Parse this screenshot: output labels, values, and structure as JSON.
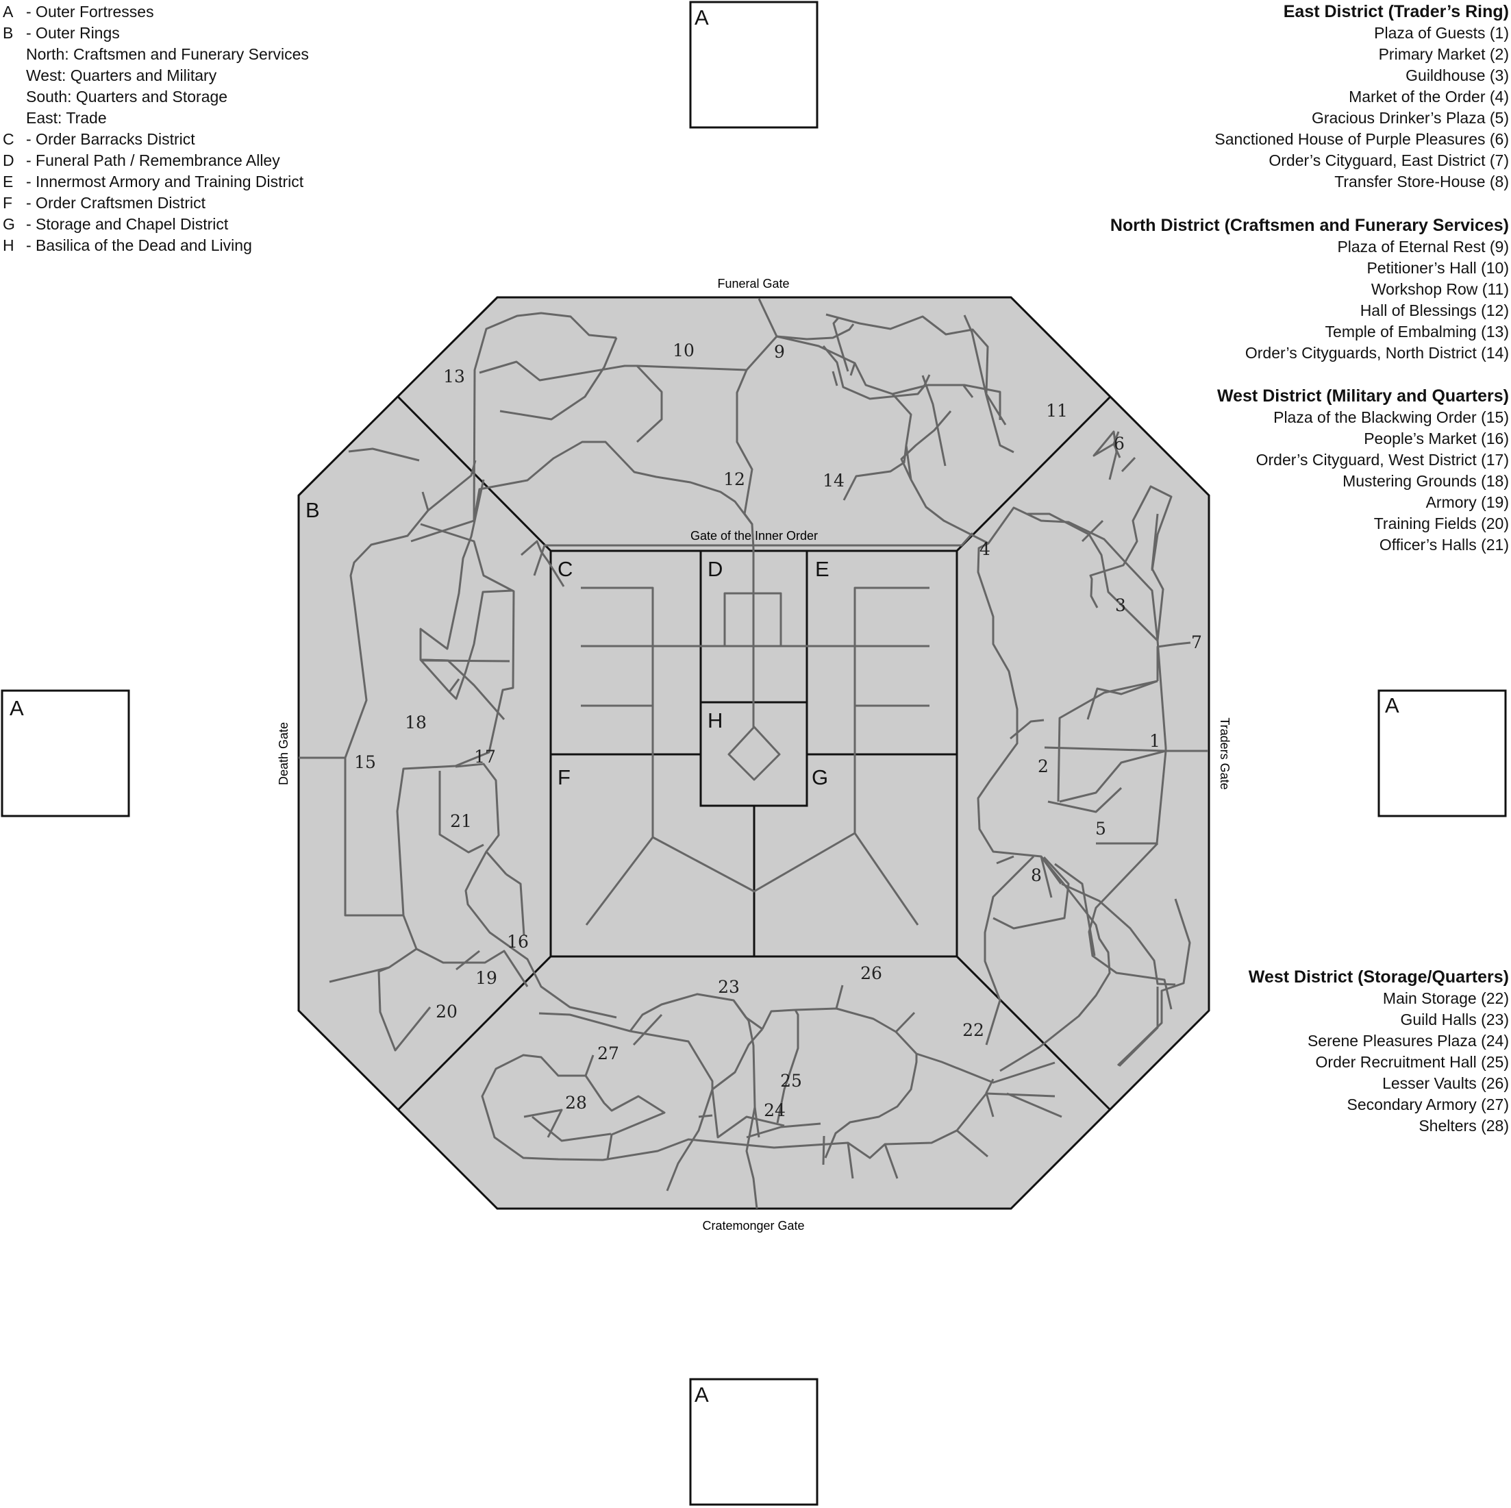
{
  "legend_left": [
    {
      "key": "A",
      "text": "- Outer Fortresses"
    },
    {
      "key": "B",
      "text": "- Outer Rings"
    },
    {
      "key": "",
      "text": "North: Craftsmen and Funerary Services"
    },
    {
      "key": "",
      "text": "West: Quarters and Military"
    },
    {
      "key": "",
      "text": "South: Quarters and Storage"
    },
    {
      "key": "",
      "text": "East: Trade"
    },
    {
      "key": "C",
      "text": "- Order Barracks District"
    },
    {
      "key": "D",
      "text": "- Funeral Path / Remembrance Alley"
    },
    {
      "key": "E",
      "text": "- Innermost Armory and Training District"
    },
    {
      "key": "F",
      "text": "- Order Craftsmen District"
    },
    {
      "key": "G",
      "text": "- Storage and Chapel District"
    },
    {
      "key": "H",
      "text": "- Basilica of the Dead and Living"
    }
  ],
  "districts": [
    {
      "title": "East District (Trader’s Ring)",
      "items": [
        "Plaza of Guests (1)",
        "Primary Market (2)",
        "Guildhouse (3)",
        "Market of the Order (4)",
        "Gracious Drinker’s Plaza (5)",
        "Sanctioned House of Purple Pleasures (6)",
        "Order’s Cityguard, East District (7)",
        "Transfer Store-House (8)"
      ]
    },
    {
      "title": "North District (Craftsmen and Funerary Services)",
      "items": [
        "Plaza of Eternal Rest (9)",
        "Petitioner’s Hall (10)",
        "Workshop Row (11)",
        "Hall of Blessings (12)",
        "Temple of Embalming (13)",
        "Order’s Cityguards, North District (14)"
      ]
    },
    {
      "title": "West District (Military and Quarters)",
      "items": [
        "Plaza of the Blackwing Order (15)",
        "People’s Market (16)",
        "Order’s Cityguard, West District (17)",
        "Mustering Grounds (18)",
        "Armory (19)",
        "Training Fields (20)",
        "Officer’s Halls (21)"
      ]
    },
    {
      "title": "West District (Storage/Quarters)",
      "items": [
        "Main Storage (22)",
        "Guild Halls (23)",
        "Serene Pleasures Plaza (24)",
        "Order Recruitment Hall (25)",
        "Lesser Vaults (26)",
        "Secondary Armory (27)",
        "Shelters (28)"
      ]
    }
  ],
  "gates": {
    "north": "Funeral Gate",
    "inner": "Gate of the Inner Order",
    "west": "Death Gate",
    "east": "Traders Gate",
    "south": "Cratemonger Gate"
  },
  "fortress_label": "A",
  "ring_label": "B",
  "inner_labels": {
    "c": "C",
    "d": "D",
    "e": "E",
    "f": "F",
    "g": "G",
    "h": "H"
  },
  "numbers": [
    "1",
    "2",
    "3",
    "4",
    "5",
    "6",
    "7",
    "8",
    "9",
    "10",
    "11",
    "12",
    "13",
    "14",
    "15",
    "16",
    "17",
    "18",
    "19",
    "20",
    "21",
    "22",
    "23",
    "24",
    "25",
    "26",
    "27",
    "28"
  ],
  "colors": {
    "fill": "#cccccc",
    "road": "#666666",
    "wall": "#111111"
  }
}
